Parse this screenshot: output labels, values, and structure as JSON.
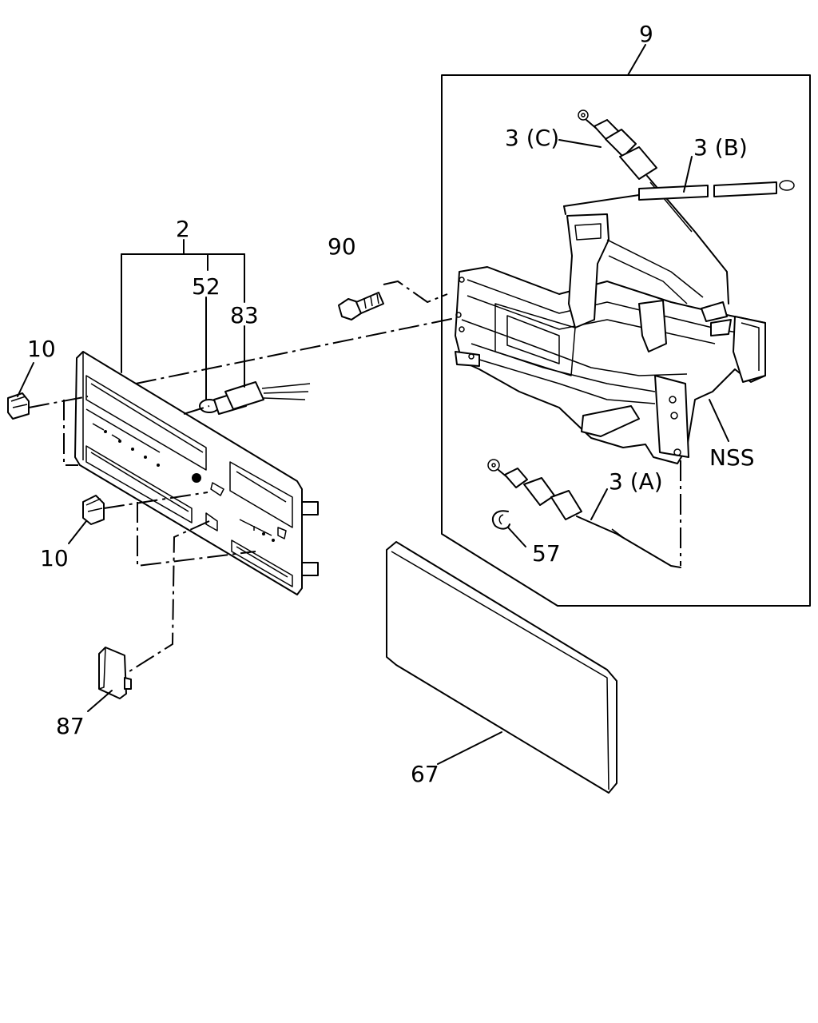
{
  "callouts": [
    {
      "id": "assembly",
      "text": "9"
    },
    {
      "id": "cable-c",
      "text": "3 (C)"
    },
    {
      "id": "cable-b",
      "text": "3 (B)"
    },
    {
      "id": "panel",
      "text": "2"
    },
    {
      "id": "bolt",
      "text": "90"
    },
    {
      "id": "bulb",
      "text": "52"
    },
    {
      "id": "socket",
      "text": "83"
    },
    {
      "id": "knob-top",
      "text": "10"
    },
    {
      "id": "knob-bottom",
      "text": "10"
    },
    {
      "id": "nss",
      "text": "NSS"
    },
    {
      "id": "cable-a",
      "text": "3 (A)"
    },
    {
      "id": "clip",
      "text": "57"
    },
    {
      "id": "cap",
      "text": "87"
    },
    {
      "id": "cover",
      "text": "67"
    }
  ]
}
